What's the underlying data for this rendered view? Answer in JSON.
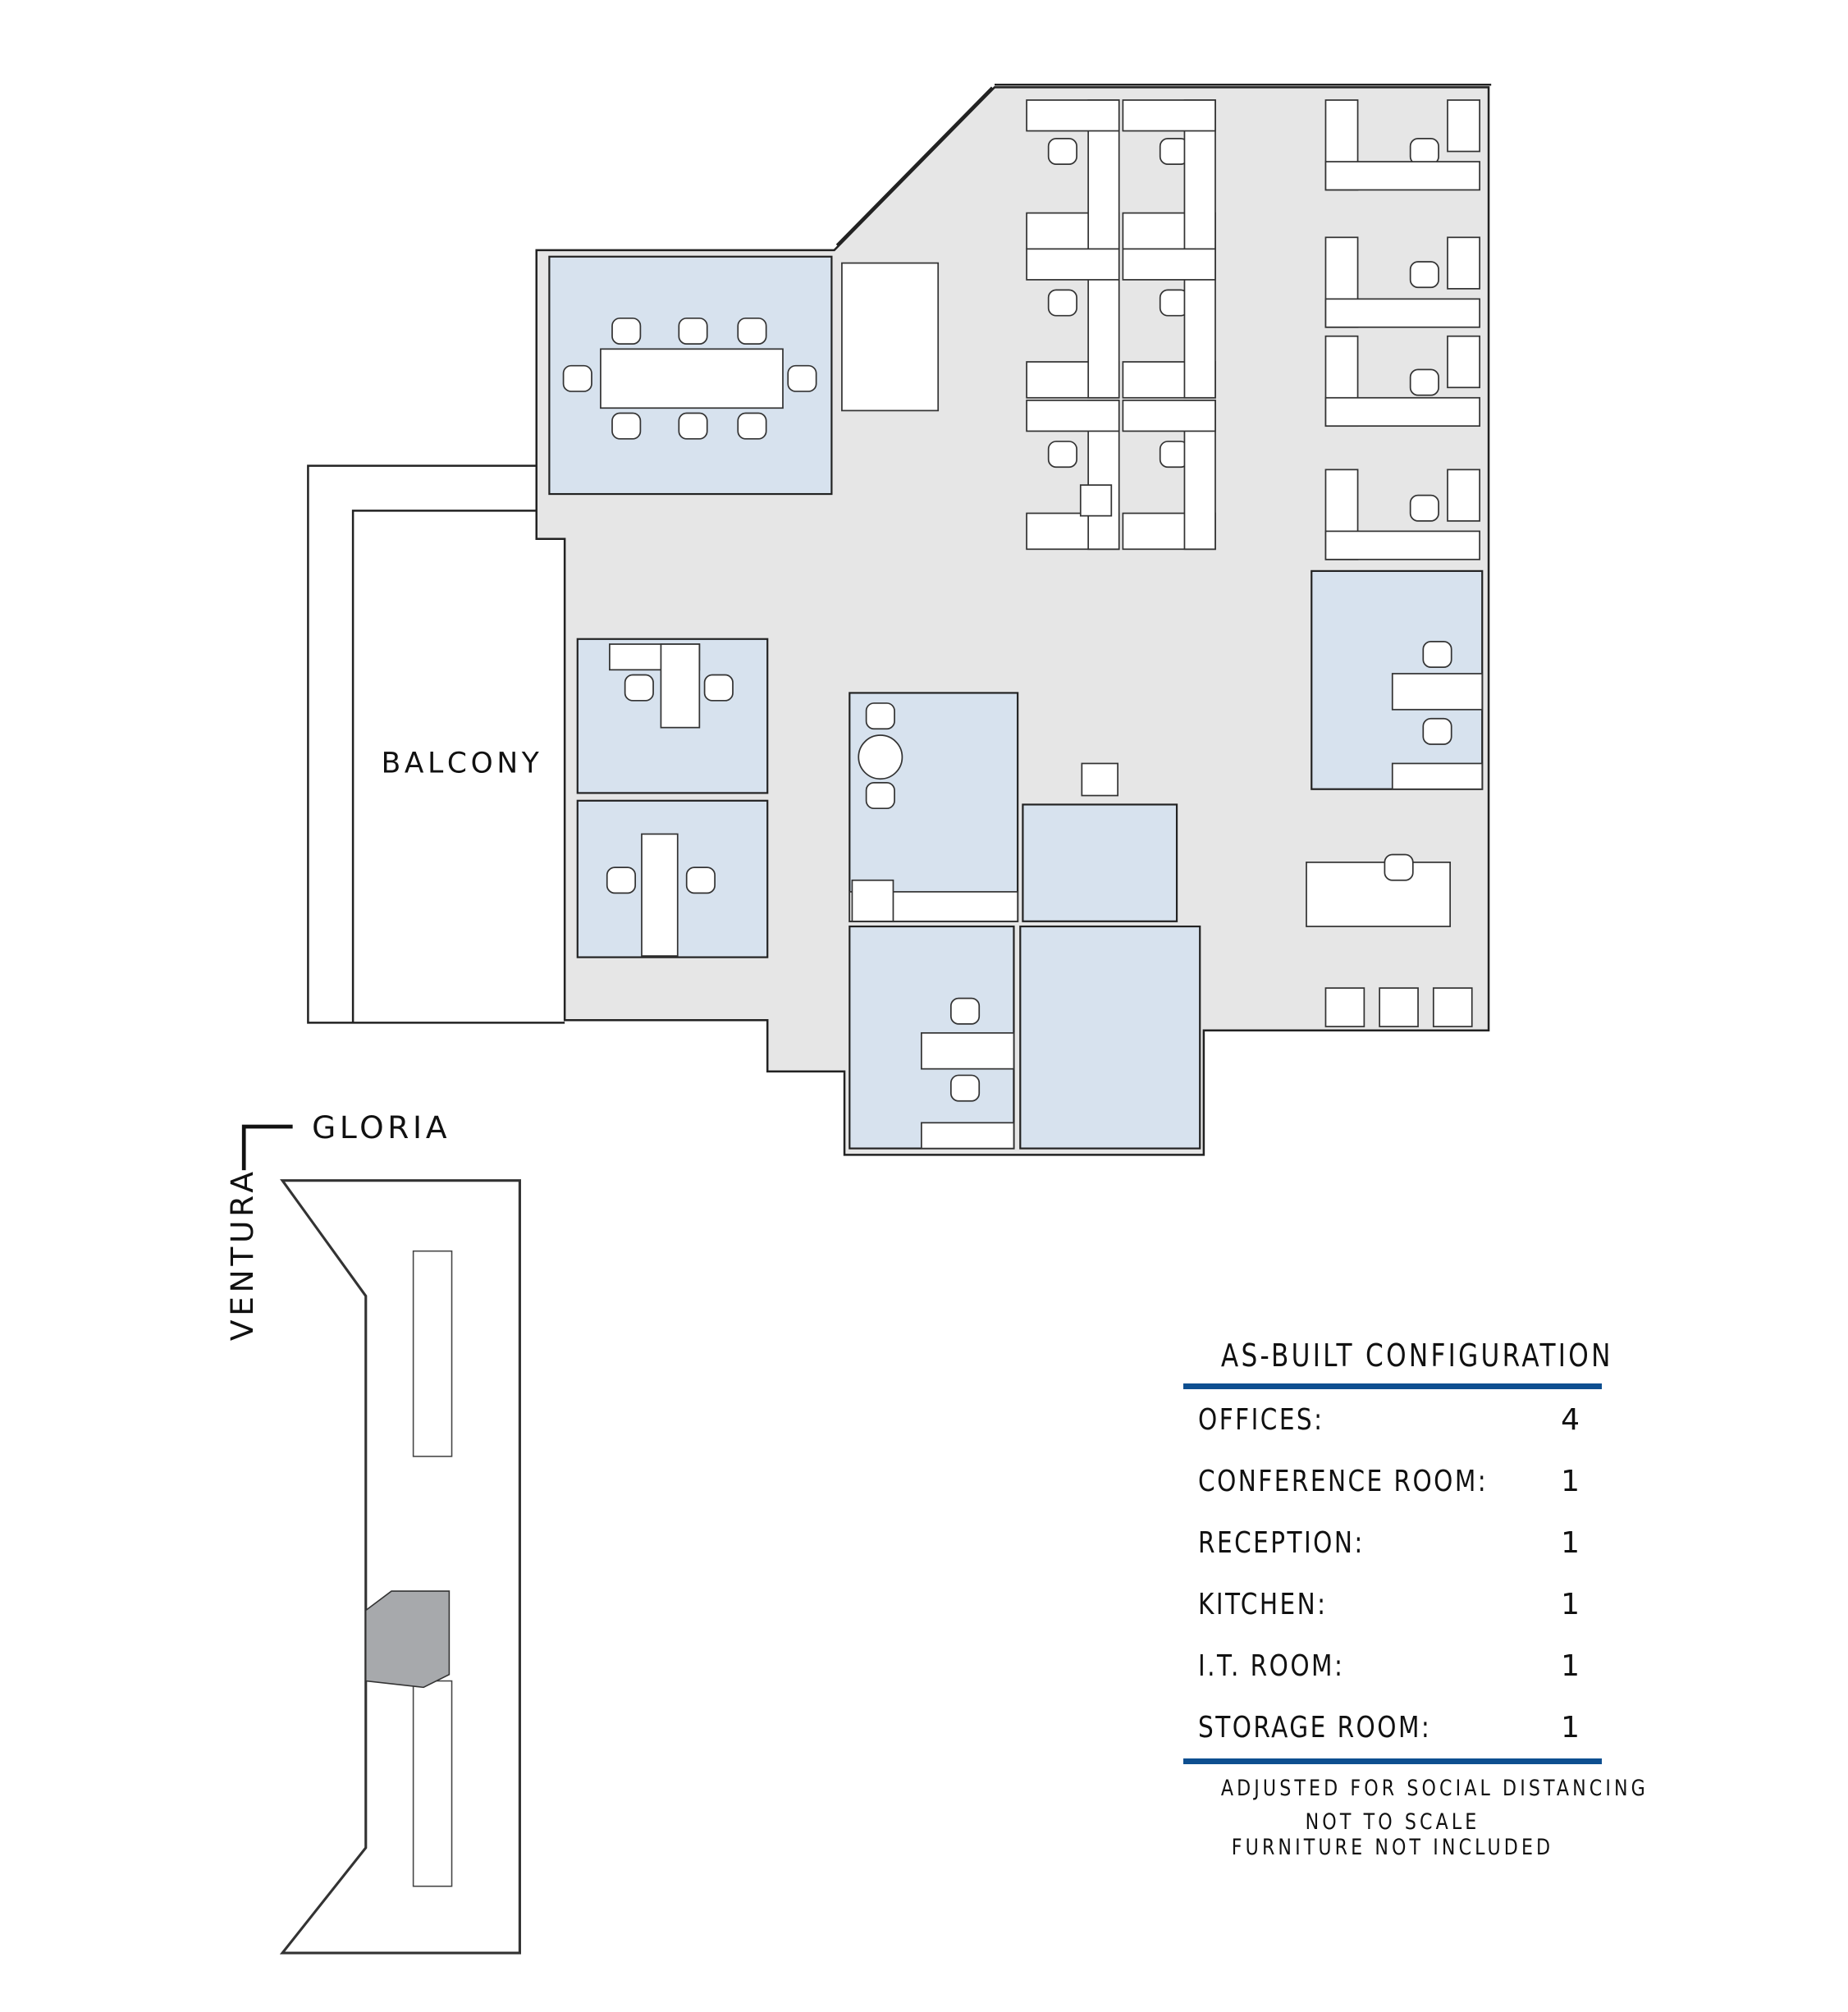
{
  "plan": {
    "balcony_label": "BALCONY",
    "colors": {
      "common": "#e6e6e6",
      "room": "#d7e2ee",
      "key_highlight": "#a7a9ac",
      "accent": "#0e4f90"
    }
  },
  "key_plan": {
    "street_top": "GLORIA",
    "street_left": "VENTURA"
  },
  "summary": {
    "title": "AS-BUILT CONFIGURATION",
    "rows": [
      {
        "label": "OFFICES:",
        "value": "4"
      },
      {
        "label": "CONFERENCE ROOM:",
        "value": "1"
      },
      {
        "label": "RECEPTION:",
        "value": "1"
      },
      {
        "label": "KITCHEN:",
        "value": "1"
      },
      {
        "label": "I.T. ROOM:",
        "value": "1"
      },
      {
        "label": "STORAGE ROOM:",
        "value": "1"
      }
    ],
    "notes": [
      "ADJUSTED FOR SOCIAL DISTANCING",
      "NOT TO SCALE",
      "FURNITURE NOT INCLUDED"
    ]
  }
}
